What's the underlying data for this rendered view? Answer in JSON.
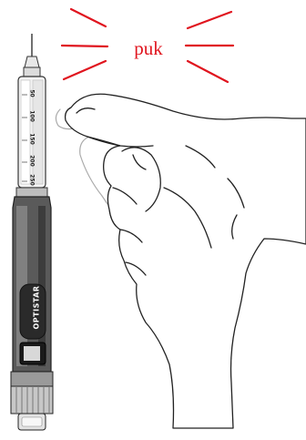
{
  "sound_effect": {
    "text": "puk",
    "color": "#e0141e"
  },
  "pen": {
    "dose_scale": [
      "50",
      "100",
      "150",
      "200",
      "250"
    ],
    "brand": "OPTISTAR"
  }
}
